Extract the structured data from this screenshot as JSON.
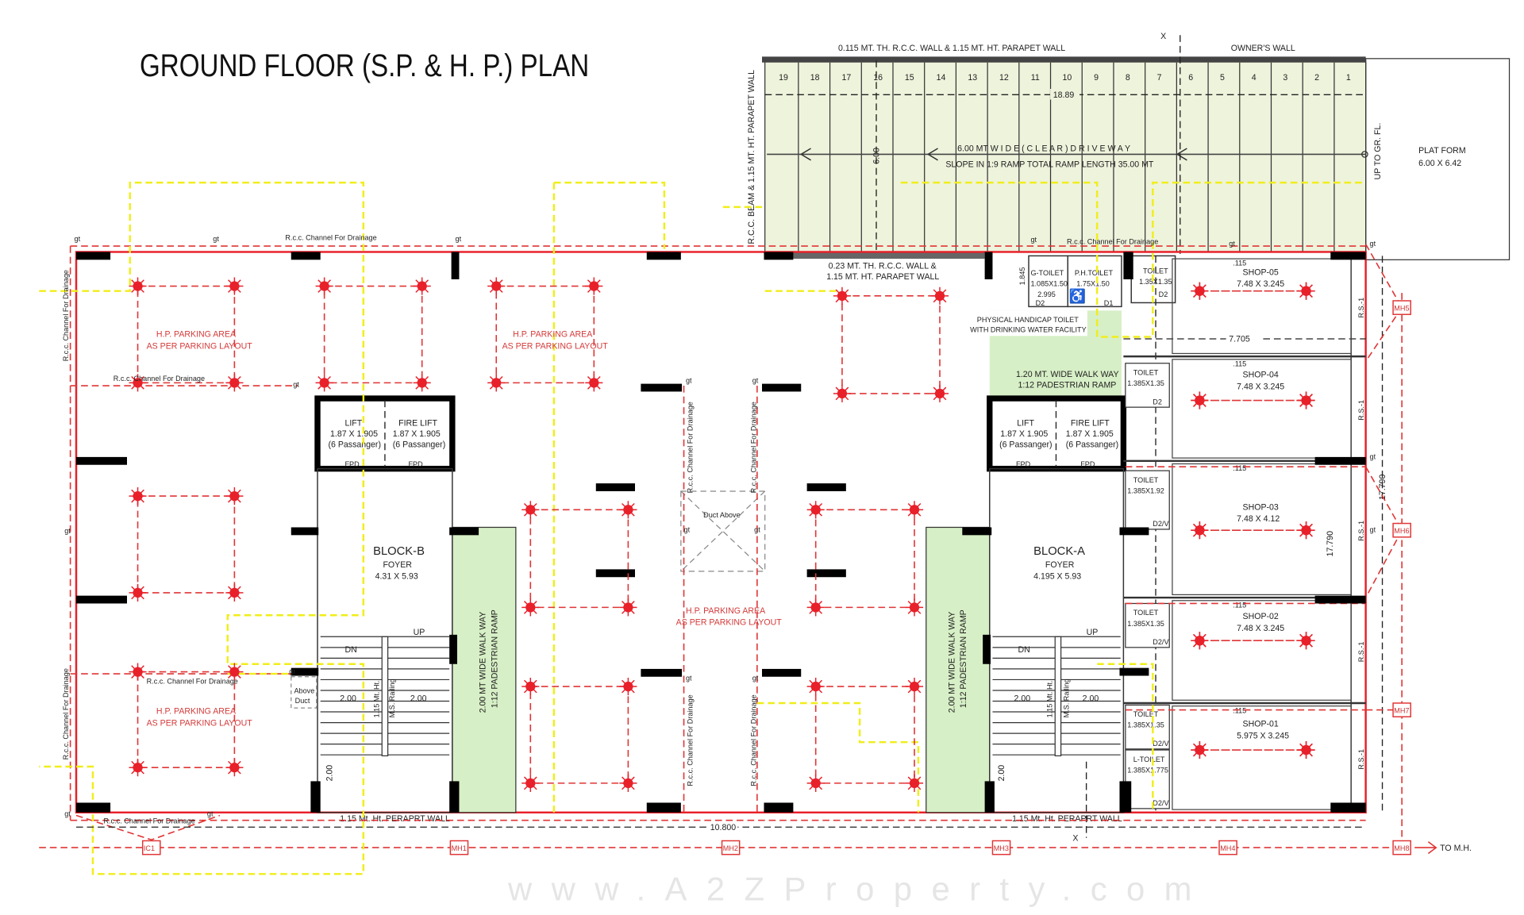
{
  "title": "GROUND FLOOR (S.P. & H. P.) PLAN",
  "colors": {
    "boundary": "#e8202a",
    "drainage": "#e03535",
    "overlay": "#f0ee1a",
    "ramp_fill": "#d7efc6",
    "driveway_fill": "#eef3dc",
    "structure": "#000000"
  },
  "driveway": {
    "top_wall": "0.115 MT. TH. R.C.C. WALL & 1.15 MT. HT. PARAPET WALL",
    "owners_wall": "OWNER'S WALL",
    "side_wall": "R.C.C. BEAM & 1.15 MT. HT. PARAPET WALL",
    "bottom_wall_1": "0.23 MT. TH. R.C.C. WALL &",
    "bottom_wall_2": "1.15 MT. HT. PARAPET WALL",
    "slots": [
      "19",
      "18",
      "17",
      "16",
      "15",
      "14",
      "13",
      "12",
      "11",
      "10",
      "9",
      "8",
      "7",
      "6",
      "5",
      "4",
      "3",
      "2",
      "1"
    ],
    "length_dim": "18.89",
    "width_dim": "6.00",
    "label": "6.00 MT  W I D E   ( C L E A R )   D R I V E   W A Y",
    "slope": "SLOPE IN 1:9  RAMP   TOTAL RAMP LENGTH 35.00 MT",
    "up_label": "UP TO GR. FL.",
    "section_marker": "X"
  },
  "platform": {
    "label": "PLAT FORM",
    "size": "6.00 X 6.42"
  },
  "drainage_label": "R.c.c. Channel For Drainage",
  "gully_trap": "gt",
  "parking": {
    "line1": "H.P. PARKING AREA",
    "line2": "AS PER PARKING LAYOUT"
  },
  "lift": {
    "name": "LIFT",
    "fire_name": "FIRE LIFT",
    "size": "1.87 X 1.905",
    "capacity": "(6 Passanger)",
    "door": "FPD"
  },
  "block_b": {
    "name": "BLOCK-B",
    "room": "FOYER",
    "size": "4.31 X 5.93"
  },
  "block_a": {
    "name": "BLOCK-A",
    "room": "FOYER",
    "size": "4.195 X 5.93"
  },
  "stair": {
    "down": "DN",
    "up": "UP",
    "width": "2.00",
    "railing_ht": "1.15 Mt. Ht.",
    "railing": "M.S. Railing",
    "parapet": "1.15 Mt. Ht. PERAPRT WALL"
  },
  "ramp": {
    "line1": "2.00  MT WIDE WALK WAY",
    "line2": "1:12 PADESTRIAN RAMP"
  },
  "walkway": {
    "line1": "1.20 MT. WIDE WALK WAY",
    "line2": "1:12 PADESTRIAN RAMP"
  },
  "duct": {
    "above": "Duct Above",
    "left_1": "Above",
    "left_2": "Duct"
  },
  "toilets": {
    "g_toilet": {
      "name": "G-TOILET",
      "size": "1.085X1.50"
    },
    "ph_toilet": {
      "name": "P.H.TOILET",
      "size": "1.75X1.50"
    },
    "toilet_top": {
      "name": "TOILET",
      "size": "1.35X1.35"
    },
    "ph_note_1": "PHYSICAL HANDICAP TOILET",
    "ph_note_2": "WITH DRINKING WATER FACILITY",
    "dim_width": "2.995",
    "dim_height": "1.845",
    "shop_toilets": [
      {
        "name": "TOILET",
        "size": "1.385X1.35",
        "door": "D2"
      },
      {
        "name": "TOILET",
        "size": "1.385X1.92",
        "door": "D2/V"
      },
      {
        "name": "TOILET",
        "size": "1.385X1.35",
        "door": "D2/V"
      },
      {
        "name": "TOILET",
        "size": "1.385X1.35",
        "door": "D2/V"
      },
      {
        "name": "L-TOILET",
        "size": "1.385X1.775",
        "door": "D2/V"
      }
    ],
    "doors": {
      "d1": "D1",
      "d2": "D2"
    }
  },
  "shops": [
    {
      "name": "SHOP-05",
      "size": "7.48 X 3.245"
    },
    {
      "name": "SHOP-04",
      "size": "7.48 X 3.245"
    },
    {
      "name": "SHOP-03",
      "size": "7.48 X 4.12"
    },
    {
      "name": "SHOP-02",
      "size": "7.48 X 3.245"
    },
    {
      "name": "SHOP-01",
      "size": "5.975 X 3.245"
    }
  ],
  "dims": {
    "shop_depth": "7.705",
    "shop_run": "17.790",
    "bottom": "10.800",
    "wall": ".115",
    "rs": "R.S.-1",
    "stair_landing": "2.00"
  },
  "manholes": [
    "IC1",
    "MH1",
    "MH2",
    "MH3",
    "MH4",
    "MH8",
    "MH5",
    "MH6",
    "MH7"
  ],
  "to_mh": "TO M.H.",
  "watermark": "www.A2ZProperty.com"
}
